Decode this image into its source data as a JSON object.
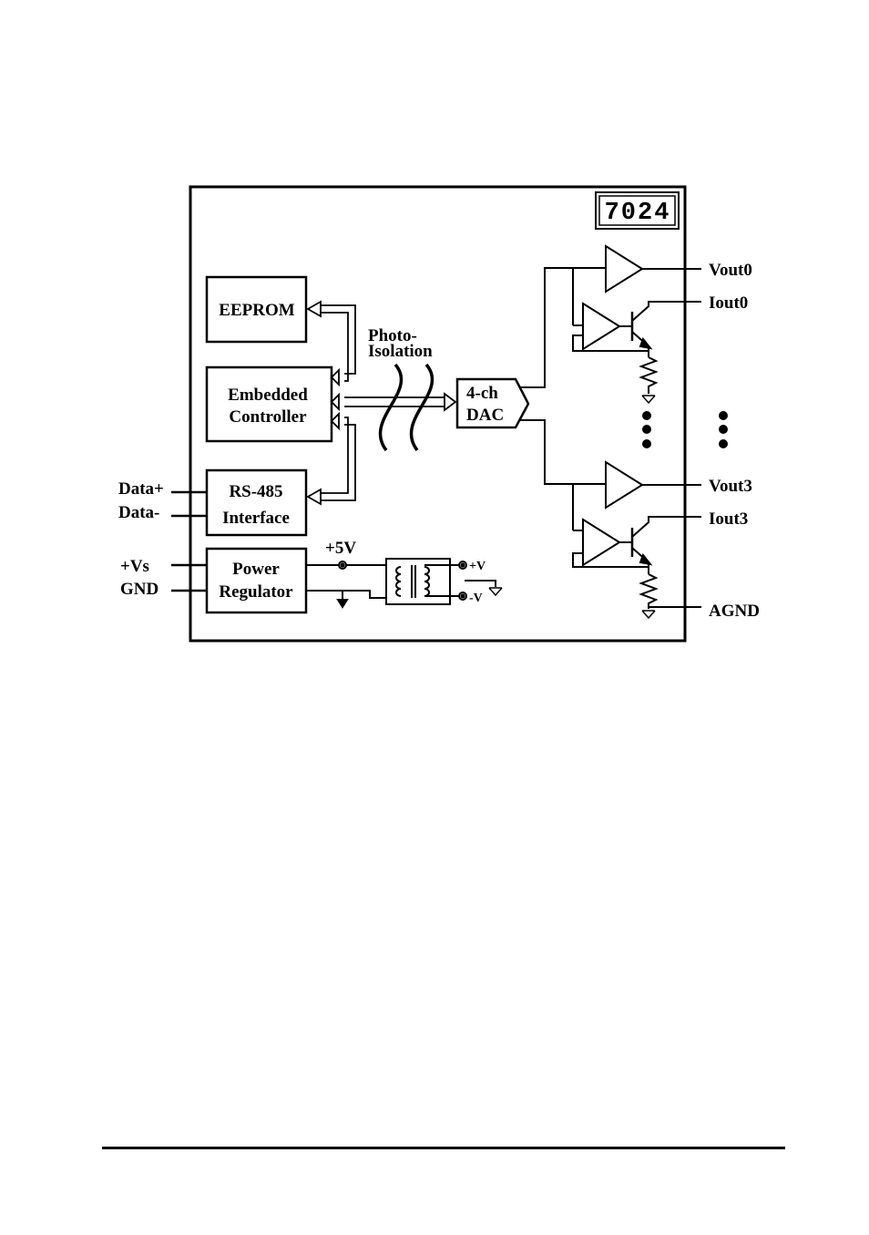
{
  "diagram": {
    "model": "7024",
    "blocks": {
      "eeprom": "EEPROM",
      "controller_line1": "Embedded",
      "controller_line2": "Controller",
      "rs485_line1": "RS-485",
      "rs485_line2": "Interface",
      "power_line1": "Power",
      "power_line2": "Regulator",
      "dac_line1": "4-ch",
      "dac_line2": "DAC"
    },
    "isolation_line1": "Photo-",
    "isolation_line2": "Isolation",
    "supply_5v": "+5V",
    "iso_plus": "+V",
    "iso_minus": "-V",
    "pins_left": {
      "data_plus": "Data+",
      "data_minus": "Data-",
      "vs": "+Vs",
      "gnd": "GND"
    },
    "pins_right": {
      "vout0": "Vout0",
      "iout0": "Iout0",
      "vout3": "Vout3",
      "iout3": "Iout3",
      "agnd": "AGND"
    }
  }
}
